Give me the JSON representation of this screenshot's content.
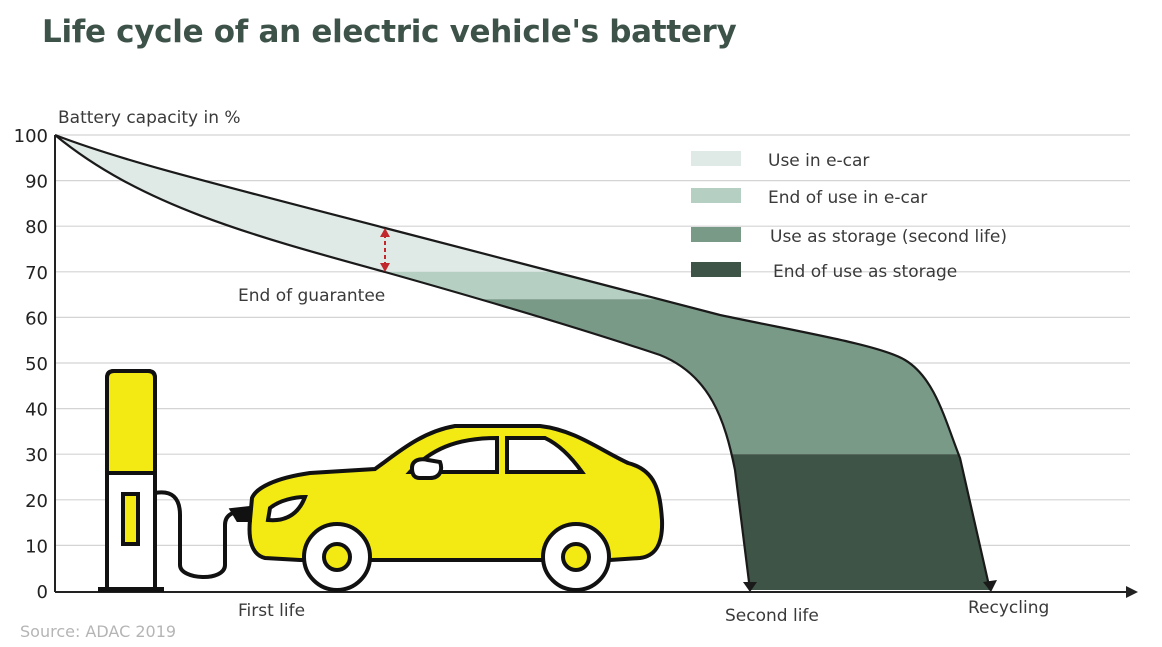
{
  "title": "Life cycle of an electric vehicle's battery",
  "source": "Source: ADAC 2019",
  "chart_data": {
    "type": "area",
    "title": "Life cycle of an electric vehicle's battery",
    "ylabel": "Battery capacity in %",
    "ylim": [
      0,
      100
    ],
    "yticks": [
      "0",
      "10",
      "20",
      "30",
      "40",
      "50",
      "60",
      "70",
      "80",
      "90",
      "100"
    ],
    "grid": true,
    "x_phase_labels": [
      "First life",
      "Second life",
      "Recycling"
    ],
    "annotation": "End of guarantee",
    "guarantee_range": [
      70,
      80
    ],
    "bands": [
      {
        "name": "Use in e-car",
        "from": 70,
        "to": 100,
        "color": "#dfe9e6"
      },
      {
        "name": "End of use in e-car",
        "from": 64,
        "to": 70,
        "color": "#b6cfc3"
      },
      {
        "name": "Use as storage (second life)",
        "from": 30,
        "to": 64,
        "color": "#7a9a88"
      },
      {
        "name": "End of use as storage",
        "from": 0,
        "to": 30,
        "color": "#3e5446"
      }
    ],
    "legend_position": "top-right"
  },
  "colors": {
    "title": "#3d5249",
    "car": "#f2ea12",
    "arrow": "#c0282d"
  }
}
